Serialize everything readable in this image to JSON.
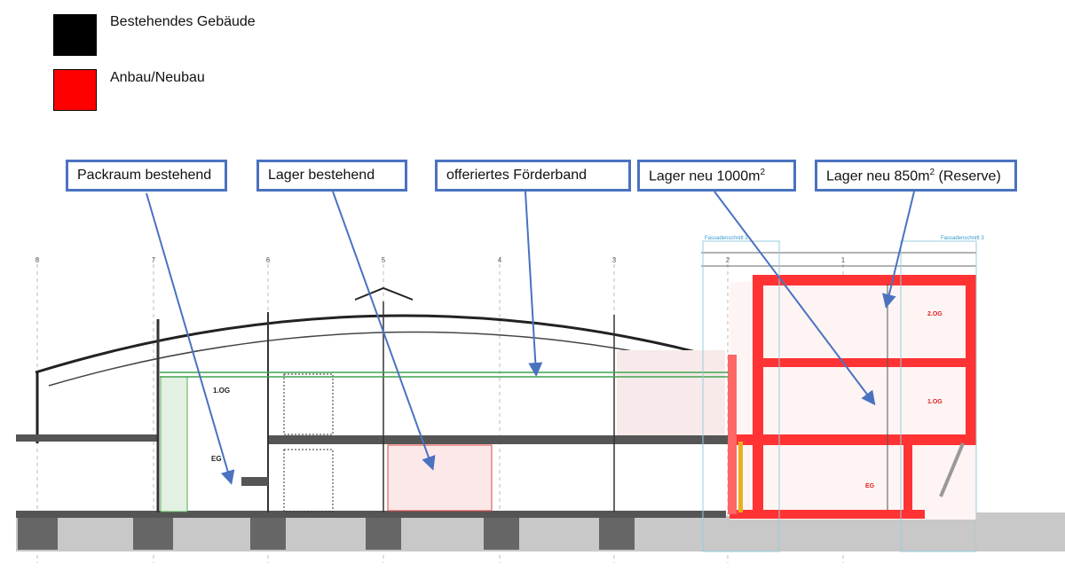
{
  "legend": [
    {
      "label": "Bestehendes Gebäude",
      "color": "#000000"
    },
    {
      "label": "Anbau/Neubau",
      "color": "#ff0000"
    }
  ],
  "callouts": [
    {
      "text": "Packraum bestehend"
    },
    {
      "text": "Lager bestehend"
    },
    {
      "text": "offeriertes Förderband"
    },
    {
      "text": "Lager neu 1000m",
      "sup": "2"
    },
    {
      "text": "Lager neu 850m",
      "sup": "2",
      "suffix": " (Reserve)"
    }
  ],
  "drawing": {
    "grid_axes": [
      "8",
      "7",
      "6",
      "5",
      "4",
      "3",
      "2",
      "1"
    ],
    "existing_labels": {
      "upper_floor": "1.OG",
      "ground_floor": "EG"
    },
    "new_labels": {
      "second_floor": "2.OG",
      "first_floor": "1.OG",
      "ground_floor": "EG"
    },
    "section_labels": [
      "Fassadenschnitt 2",
      "Fassadenschnitt 3"
    ]
  },
  "colors": {
    "callout_border": "#4a72c0",
    "new_building": "#ff0000",
    "conveyor": "#3fa34d"
  }
}
